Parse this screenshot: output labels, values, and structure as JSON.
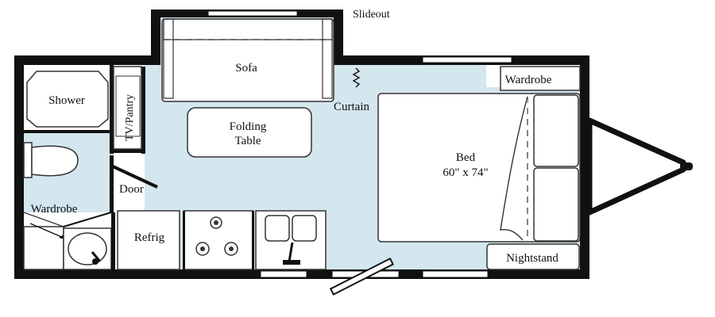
{
  "colors": {
    "wall": "#111111",
    "floor": "#d4e6ee",
    "fixture": "#ffffff",
    "line": "#333333"
  },
  "labels": {
    "slideout": "Slideout",
    "sofa": "Sofa",
    "curtain": "Curtain",
    "wardrobe_front": "Wardrobe",
    "shower": "Shower",
    "tv_pantry": "TV/Pantry",
    "folding_table": [
      "Folding",
      "Table"
    ],
    "bed": [
      "Bed",
      "60\" x 74\""
    ],
    "door": "Door",
    "wardrobe_bath": "Wardrobe",
    "refrig": "Refrig",
    "nightstand": "Nightstand"
  },
  "icons": [
    "hitch-icon",
    "sink-icon",
    "stove-burner-icon",
    "toilet-icon",
    "faucet-icon"
  ]
}
